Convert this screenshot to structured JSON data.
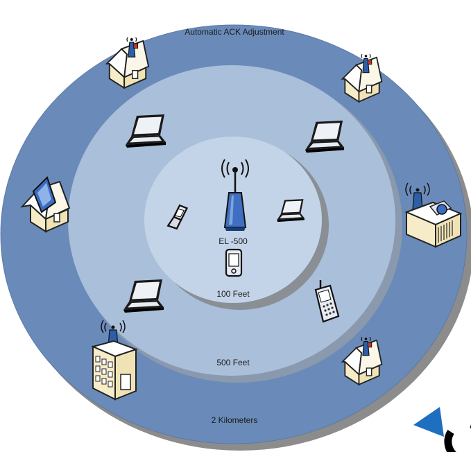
{
  "diagram": {
    "title": "Automatic ACK Adjustment",
    "device_label": "EL -500",
    "rings": {
      "inner": "100 Feet",
      "middle": "500 Feet",
      "outer": "2 Kilometers"
    },
    "colors": {
      "outer_ring": "#6a8bb9",
      "middle_ring": "#a9bfda",
      "inner_ring": "#c4d4e8",
      "shadow": "#8c8c8c",
      "device": "#3f6fc2",
      "accent": "#1f6fc0"
    },
    "icons": [
      "wireless-ap-icon",
      "cellphone-icon",
      "pda-icon",
      "laptop-icon",
      "house-antenna-icon",
      "house-satellite-icon",
      "office-building-icon",
      "industrial-facility-icon"
    ]
  }
}
